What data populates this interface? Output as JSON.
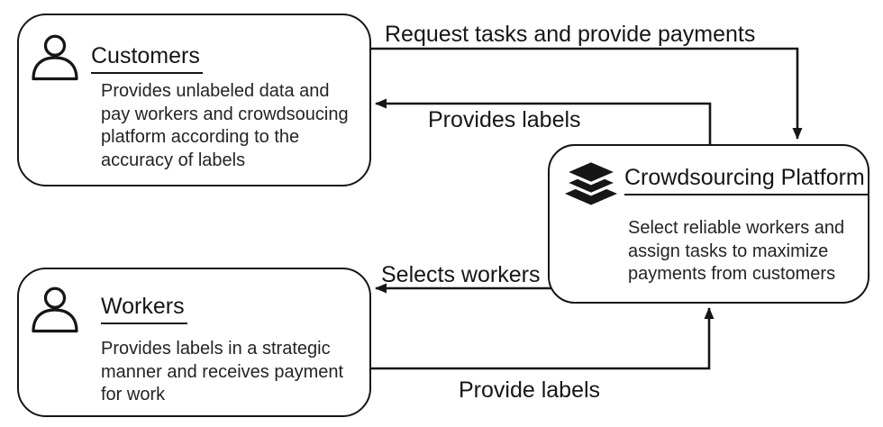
{
  "colors": {
    "ink": "#161616",
    "background": "#ffffff"
  },
  "boxes": {
    "customers": {
      "icon": "person-icon",
      "title": "Customers",
      "lines": [
        "Provides unlabeled data and",
        "pay workers and crowdsoucing",
        "platform according to the",
        "accuracy of labels"
      ]
    },
    "crowdsourcing_platform": {
      "icon": "layers-icon",
      "title": "Crowdsourcing Platform",
      "lines": [
        "Select reliable workers and",
        "assign tasks to maximize",
        "payments from customers"
      ]
    },
    "workers": {
      "icon": "person-icon",
      "title": "Workers",
      "lines": [
        "Provides labels in a strategic",
        "manner and receives payment",
        "for work"
      ]
    }
  },
  "arrows": {
    "request_tasks": {
      "label": "Request tasks and provide payments",
      "from": "Customers",
      "to": "Crowdsourcing Platform"
    },
    "provides_labels": {
      "label": "Provides labels",
      "from": "Crowdsourcing Platform",
      "to": "Customers"
    },
    "selects_workers": {
      "label": "Selects workers",
      "from": "Crowdsourcing Platform",
      "to": "Workers"
    },
    "provide_labels": {
      "label": "Provide labels",
      "from": "Workers",
      "to": "Crowdsourcing Platform"
    }
  }
}
